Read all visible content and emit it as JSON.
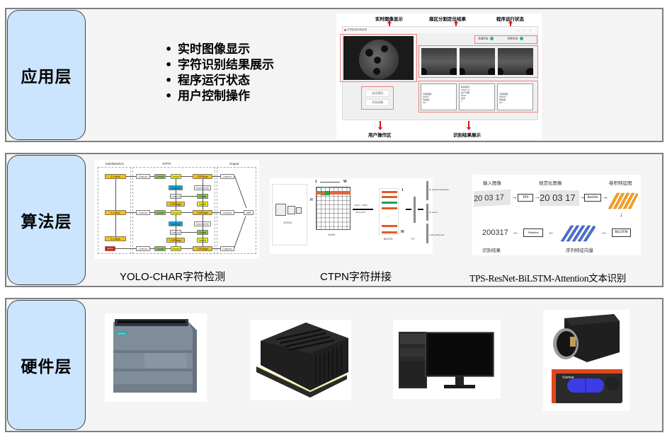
{
  "layers": {
    "application": {
      "label": "应用层",
      "bullets": [
        "实时图像显示",
        "字符识别结果展示",
        "程序运行状态",
        "用户控制操作"
      ],
      "screenshot": {
        "annotations": {
          "realtime_image": "实时图像显示",
          "sector_segmentation": "扇区分割定位结果",
          "program_status": "程序运行状态",
          "user_operation": "用户操作区",
          "recognition_results": "识别结果展示"
        },
        "window_title": "字符检测识别系统",
        "window_controls": [
          "—",
          "□",
          "×"
        ],
        "status_items": [
          {
            "label": "流道状态:",
            "state": "ok"
          },
          {
            "label": "相机状态:",
            "state": "ok"
          }
        ],
        "buttons": [
          "启动相机",
          "开始采集"
        ],
        "result_panels": [
          "识别结果:\n20210…\n置信度:\n0.9…",
          "模具编号:\nKS3C 47…\n生产日期:\n2020…\n班次:\n1…",
          "识别结果:\n200317\n置信度:\n0.9…"
        ]
      }
    },
    "algorithm": {
      "label": "算法层",
      "figures": [
        {
          "caption": "YOLO-CHAR字符检测",
          "columns": [
            "MobileNetV3",
            "GFPN",
            "Output"
          ],
          "blocks": {
            "block": "3 x Block",
            "sppf": "SPPF",
            "conv1": "Conv1x1",
            "concat": "Concat",
            "simam": "SimAM",
            "csp": "CSPStage",
            "upsample": "Upsample",
            "conv3": "Conv3x3 S2",
            "nms": "NMS"
          }
        },
        {
          "caption": "CTPN字符拼接",
          "labels": {
            "vgg": "VGG16",
            "conv5": "Conv5",
            "one": "1",
            "w": "W",
            "h": "H",
            "op": "3x3xC→256D",
            "recurrent": "Recurrent",
            "bilstm": "BiLSTM",
            "fc": "FC",
            "dots": "...",
            "out1": "2k vertical coordinates",
            "out2": "2k scores",
            "out3": "k side-refinement"
          }
        },
        {
          "caption": "TPS-ResNet-BiLSTM-Attention文本识别",
          "labels": {
            "input": "输入图像",
            "normalized": "规范化图像",
            "conv_features": "卷积特征图",
            "seq_features": "序列特征向量",
            "result_label": "识别结果",
            "sample_text": "20 03 17",
            "tps": "TPS",
            "resnet": "ResNet",
            "bilstm": "BiLSTM",
            "attention": "Attention",
            "result": "200317"
          }
        }
      ]
    },
    "hardware": {
      "label": "硬件层",
      "devices": [
        {
          "name": "plc",
          "brand": "SIEMENS"
        },
        {
          "name": "edge-computing-module"
        },
        {
          "name": "desktop-pc"
        },
        {
          "name": "industrial-cameras",
          "brand": "Vzense"
        }
      ]
    }
  },
  "colors": {
    "layer_label_bg": "#cce5ff",
    "layer_bg": "#f4f4f4",
    "annotation_red": "#e01010",
    "yolo_orange": "#ffc000",
    "yolo_green": "#8dc94f",
    "yolo_yellow": "#ffff00",
    "yolo_blue": "#00b0f0",
    "yolo_red": "#ff0000"
  }
}
